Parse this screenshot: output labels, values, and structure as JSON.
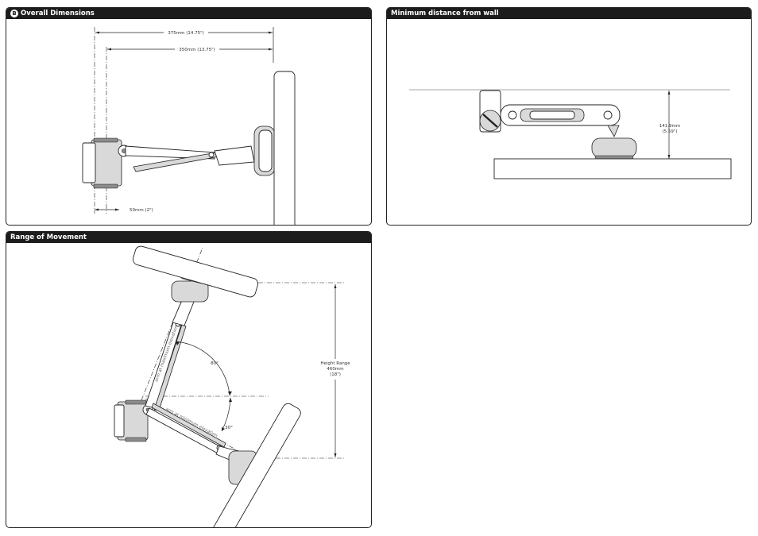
{
  "panels": {
    "overall": {
      "badge": "B",
      "title": "Overall Dimensions",
      "dim_overall": "375mm (14.75\")",
      "dim_arm": "350mm (13.75\")",
      "dim_base": "50mm (2\")"
    },
    "wall": {
      "title": "Minimum distance from wall",
      "dim_line1": "141.9mm",
      "dim_line2": "(5.59\")"
    },
    "movement": {
      "title": "Range of Movement",
      "angle_max": "80°",
      "angle_min": "30°",
      "arm_max_label": "arm at maximum elevation",
      "arm_min_label": "arm at minimum elevation",
      "height_line1": "Height Range",
      "height_line2": "460mm",
      "height_line3": "(18\")"
    }
  }
}
